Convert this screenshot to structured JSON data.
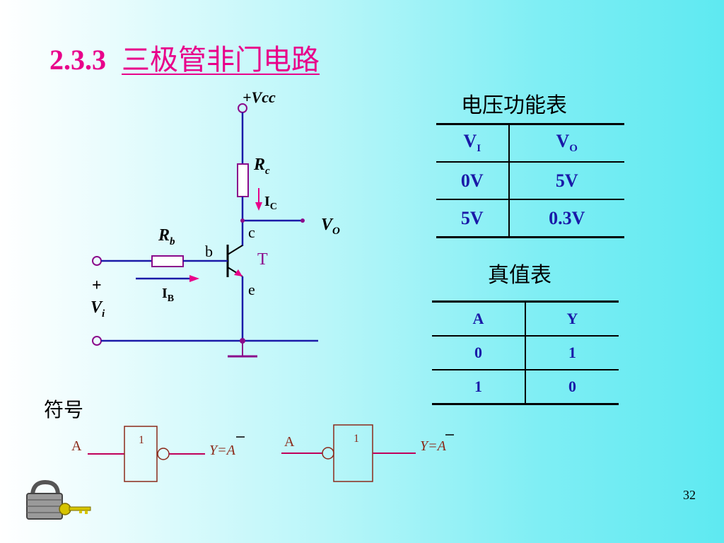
{
  "title": {
    "number": "2.3.3",
    "text": "三极管非门电路"
  },
  "circuit": {
    "vcc_label": "+Vcc",
    "rc_label": "R",
    "rc_sub": "c",
    "ic_label": "I",
    "ic_sub": "C",
    "vo_label": "V",
    "vo_sub": "O",
    "rb_label": "R",
    "rb_sub": "b",
    "ib_label": "I",
    "ib_sub": "B",
    "vi_plus": "+",
    "vi_label": "V",
    "vi_sub": "i",
    "pin_b": "b",
    "pin_c": "c",
    "pin_e": "e",
    "transistor_label": "T"
  },
  "voltage_table": {
    "caption": "电压功能表",
    "headers": [
      {
        "main": "V",
        "sub": "I"
      },
      {
        "main": "V",
        "sub": "O"
      }
    ],
    "rows": [
      [
        "0V",
        "5V"
      ],
      [
        "5V",
        "0.3V"
      ]
    ]
  },
  "truth_table": {
    "caption": "真值表",
    "headers": [
      "A",
      "Y"
    ],
    "rows": [
      [
        "0",
        "1"
      ],
      [
        "1",
        "0"
      ]
    ]
  },
  "symbols": {
    "label": "符号",
    "gate1": {
      "input": "A",
      "box": "1",
      "output_prefix": "Y=",
      "output_var": "A"
    },
    "gate2": {
      "input": "A",
      "box": "1",
      "output_prefix": "Y=",
      "output_var": "A"
    }
  },
  "page_number": "32",
  "colors": {
    "title": "#e8008a",
    "wire": "#1a1aa8",
    "terminal": "#8b0a8b",
    "arrow": "#e8008a",
    "gate_line": "#c0005a",
    "gate_text": "#8b2a1a"
  }
}
